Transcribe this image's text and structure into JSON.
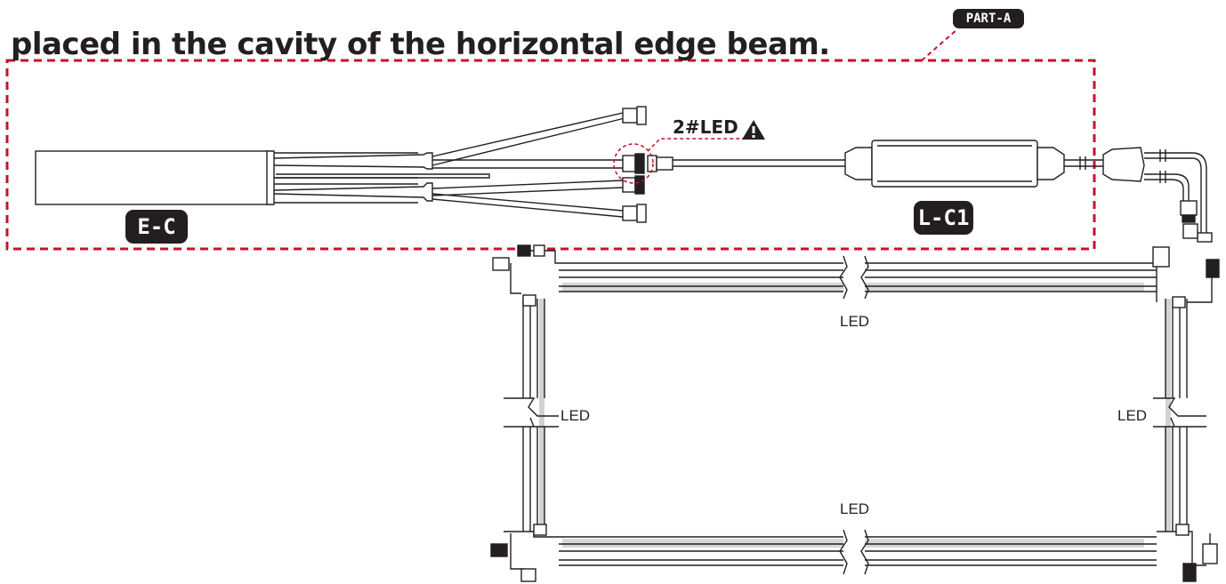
{
  "heading": "placed in the cavity of the horizontal edge beam.",
  "part_tag": "PART-A",
  "controller_tag": "E-C",
  "converter_tag": "L-C1",
  "callout_label": "2#LED",
  "warning_icon": "warning-triangle-icon",
  "led_labels": {
    "top": "LED",
    "left": "LED",
    "right": "LED",
    "bottom": "LED"
  },
  "colors": {
    "ink": "#231f20",
    "dash_red": "#c8102e",
    "tag_bg": "#231f20",
    "tag_text": "#ffffff"
  }
}
